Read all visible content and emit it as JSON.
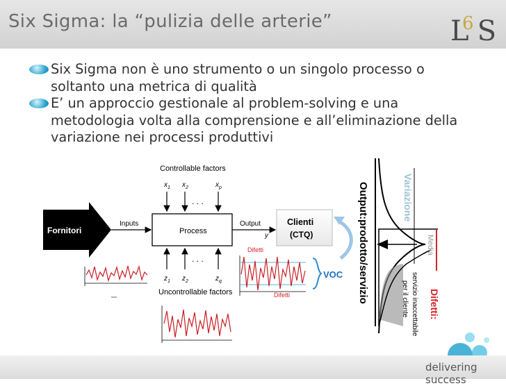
{
  "slide": {
    "title": "Six Sigma: la “pulizia delle arterie”",
    "logo_text": "L6S",
    "footer_logo": "delivering success"
  },
  "bullets": [
    "Six Sigma non è uno strumento o un singolo processo o soltanto una metrica di qualità",
    "E’ un approccio gestionale al problem-solving e una metodologia volta alla comprensione e all’eliminazione della variazione nei processi produttivi"
  ],
  "diagram": {
    "controllable_factors": "Controllable factors",
    "uncontrollable_factors": "Uncontrollable factors",
    "inputs": "Inputs",
    "process": "Process",
    "output": "Output",
    "output_y": "y",
    "x1": "x1",
    "x2": "x2",
    "xp": "xp",
    "z1": "z1",
    "z2": "z2",
    "zq": "zq",
    "fornitori": "Fornitori",
    "clienti": "Clienti",
    "ctq": "(CTQ)",
    "difetti_top": "Difetti",
    "difetti_bottom": "Difetti",
    "voc": "VOC"
  },
  "distribution": {
    "axis_label": "Output:prodotto/servizio",
    "variazione": "Variazione",
    "media": "Media",
    "difetti": "Difetti:",
    "difetti_desc_1": "servizio inaccettabile",
    "difetti_desc_2": "per il cliente"
  },
  "colors": {
    "accent_blue": "#2aa4cf",
    "red": "#d4232a",
    "fornitori_bg": "#000000",
    "variazione_text": "#9ec3d9"
  }
}
